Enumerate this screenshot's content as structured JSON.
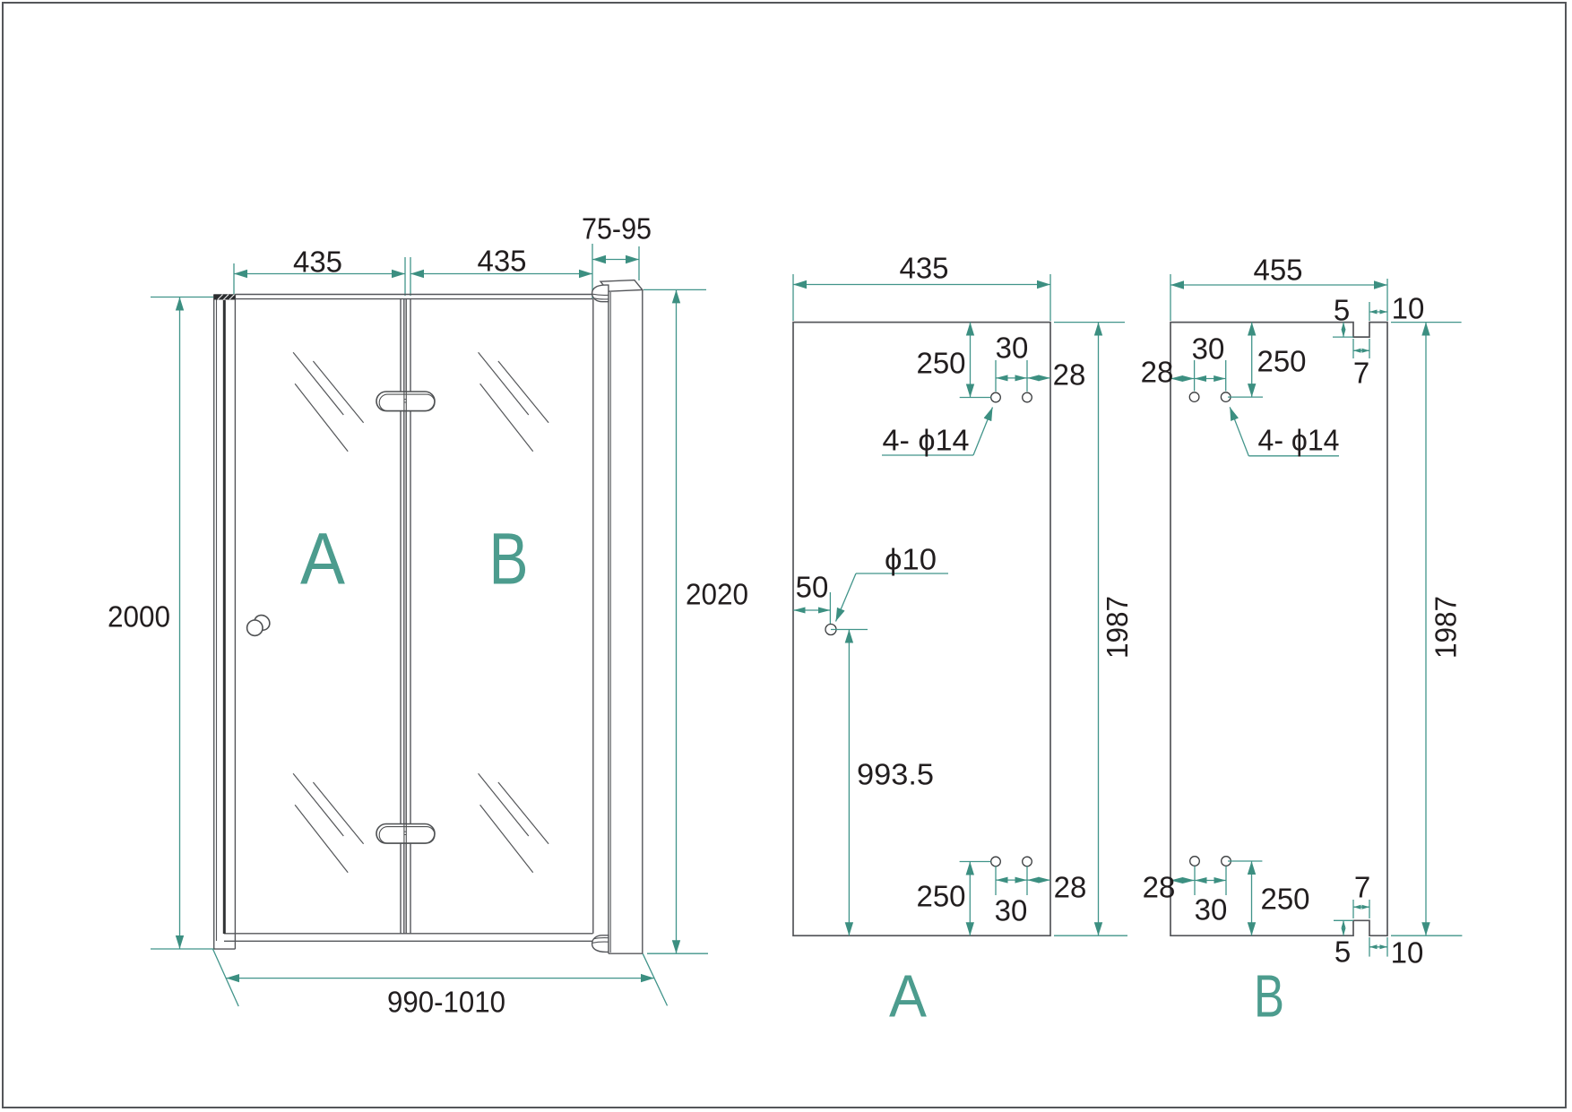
{
  "title": "Bi-fold shower door technical drawing",
  "colors": {
    "dimension_teal": "#41948a",
    "arrow_teal": "#3c8f81",
    "panel_letter_teal": "#4c9c8e",
    "line_gray": "#54565a",
    "text_ink": "#221e1f"
  },
  "front_view": {
    "dim_panel_a_width": "435",
    "dim_panel_b_width": "435",
    "dim_wall_profile_range": "75-95",
    "dim_height_left": "2000",
    "dim_height_right": "2020",
    "dim_total_width_range": "990-1010",
    "label_panel_a": "A",
    "label_panel_b": "B"
  },
  "panel_a": {
    "label": "A",
    "dim_width": "435",
    "dim_height": "1987",
    "dim_hole_offset_top": "250",
    "dim_hole_pitch_top": "30",
    "dim_hole_edge_top": "28",
    "note_hinge_holes": "4- ϕ14",
    "dim_knob_hole_edge": "50",
    "note_knob_hole": "ϕ10",
    "dim_knob_hole_height": "993.5",
    "dim_hole_offset_bottom": "250",
    "dim_hole_pitch_bottom": "30",
    "dim_hole_edge_bottom": "28"
  },
  "panel_b": {
    "label": "B",
    "dim_width": "455",
    "dim_height": "1987",
    "dim_notch_depth_top": "5",
    "dim_notch_edge_top": "10",
    "dim_notch_width_top": "7",
    "dim_hole_edge_top": "28",
    "dim_hole_pitch_top": "30",
    "dim_hole_offset_top": "250",
    "note_hinge_holes": "4- ϕ14",
    "dim_hole_edge_bottom": "28",
    "dim_hole_pitch_bottom": "30",
    "dim_hole_offset_bottom": "250",
    "dim_notch_width_bottom": "7",
    "dim_notch_depth_bottom": "5",
    "dim_notch_edge_bottom": "10"
  }
}
